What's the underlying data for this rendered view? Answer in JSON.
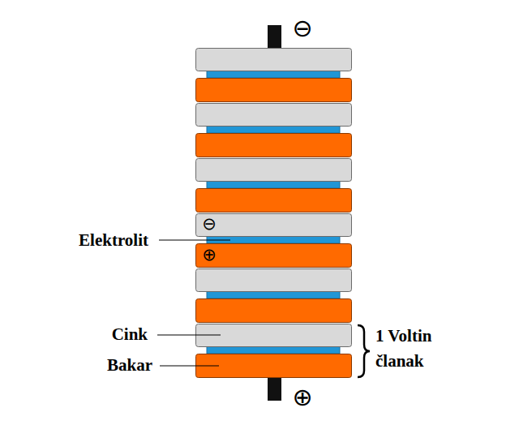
{
  "diagram": {
    "labels": [
      "⊖",
      "⊕",
      "⊖",
      "⊕",
      "Elektrolit",
      "Cink",
      "Bakar",
      "1 Voltin članak"
    ]
  }
}
